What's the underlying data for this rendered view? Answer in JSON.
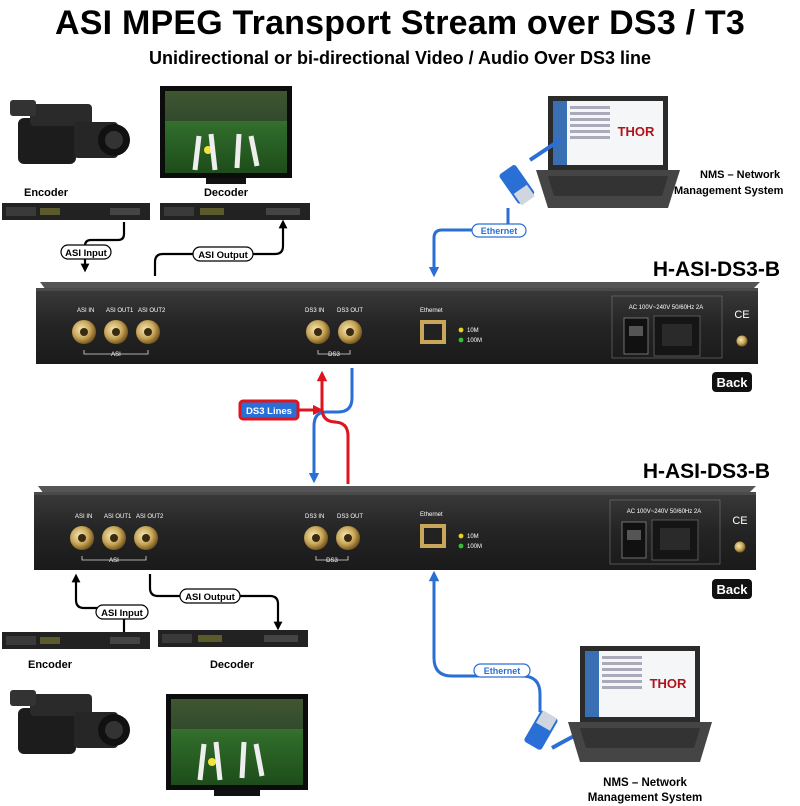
{
  "header": {
    "title": "ASI MPEG Transport Stream over DS3 / T3",
    "subtitle": "Unidirectional or bi-directional Video / Audio Over DS3 line"
  },
  "unit_top": {
    "model": "H-ASI-DS3-B",
    "asi_in": "ASI IN",
    "asi_out1": "ASI OUT1",
    "asi_out2": "ASI OUT2",
    "asi_group": "ASI",
    "ds3_in": "DS3 IN",
    "ds3_out": "DS3 OUT",
    "ds3_group": "DS3",
    "ethernet": "Ethernet",
    "led_10m": "10M",
    "led_100m": "100M",
    "power_spec": "AC 100V~240V 50/60Hz 2A",
    "ce_mark": "CE",
    "back_tag": "Back"
  },
  "unit_bottom": {
    "model": "H-ASI-DS3-B",
    "asi_in": "ASI IN",
    "asi_out1": "ASI OUT1",
    "asi_out2": "ASI OUT2",
    "asi_group": "ASI",
    "ds3_in": "DS3 IN",
    "ds3_out": "DS3 OUT",
    "ds3_group": "DS3",
    "ethernet": "Ethernet",
    "led_10m": "10M",
    "led_100m": "100M",
    "power_spec": "AC 100V~240V 50/60Hz 2A",
    "ce_mark": "CE",
    "back_tag": "Back"
  },
  "top_side": {
    "encoder_label": "Encoder",
    "decoder_label": "Decoder",
    "asi_input_tag": "ASI Input",
    "asi_output_tag": "ASI Output",
    "ethernet_tag": "Ethernet",
    "nms_line1": "NMS – Network",
    "nms_line2": "Management System",
    "laptop_brand": "THOR"
  },
  "bottom_side": {
    "encoder_label": "Encoder",
    "decoder_label": "Decoder",
    "asi_input_tag": "ASI Input",
    "asi_output_tag": "ASI Output",
    "ethernet_tag": "Ethernet",
    "nms_line1": "NMS – Network",
    "nms_line2": "Management System",
    "laptop_brand": "THOR"
  },
  "ds3_lines_tag": "DS3 Lines",
  "colors": {
    "ethernet_cable": "#2a6fd6",
    "ds3_red": "#e0141c",
    "ds3_blue": "#2a6fd6",
    "chassis": "#262626",
    "tag_bg": "#111111",
    "led_yellow": "#e8d21a",
    "led_green": "#2fc42f"
  }
}
